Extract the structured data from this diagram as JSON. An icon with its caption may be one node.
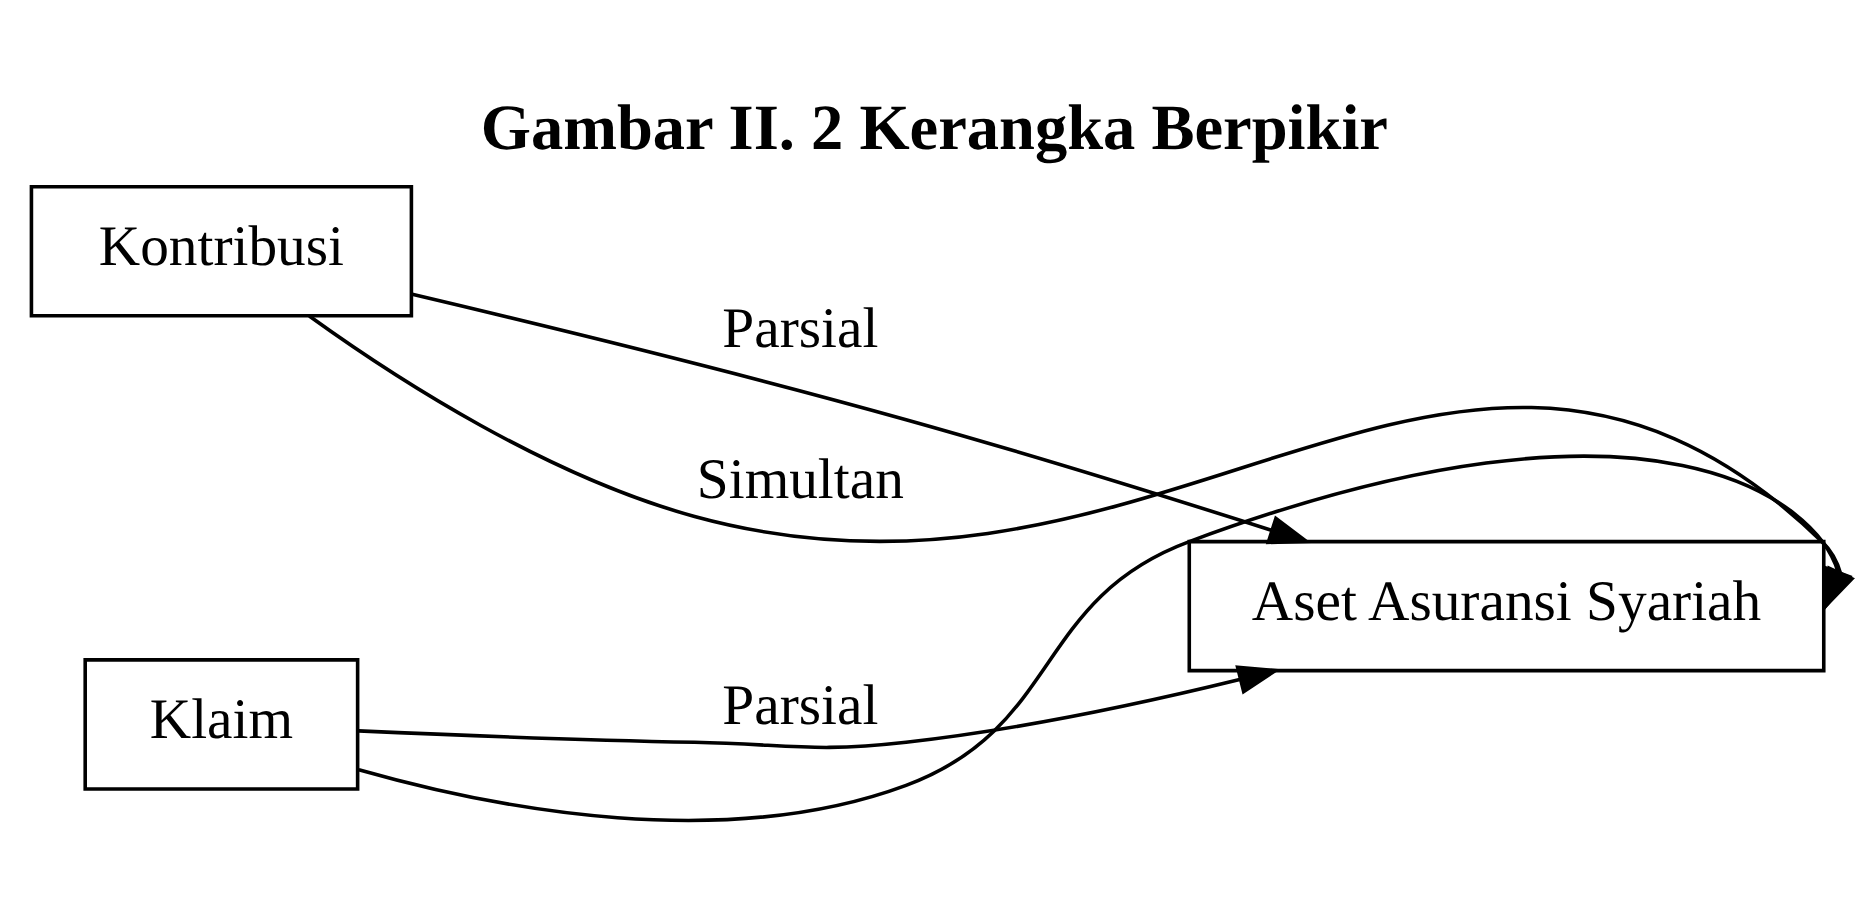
{
  "diagram": {
    "title": "Gambar II. 2 Kerangka Berpikir",
    "nodes": [
      {
        "text": [
          "Kontribusi"
        ]
      },
      {
        "text": [
          "Klaim"
        ]
      },
      {
        "text": [
          "Aset Asuransi Syariah"
        ]
      }
    ],
    "edges": [
      {
        "from": 0,
        "to": 2,
        "arrow": "to",
        "label": "Parsial"
      },
      {
        "from": 1,
        "to": 2,
        "arrow": "to",
        "label": "Parsial"
      },
      {
        "from": 0,
        "to": 2,
        "arrow": "to",
        "label": "Simultan"
      },
      {
        "from": 1,
        "to": 2,
        "arrow": "to"
      }
    ]
  }
}
